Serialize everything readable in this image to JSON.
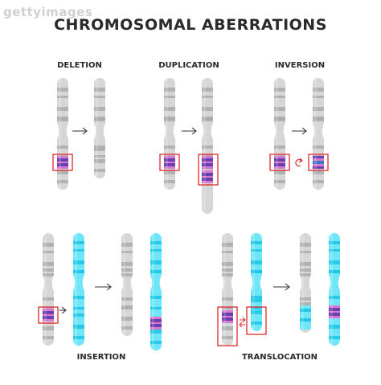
{
  "watermark": "gettyimages",
  "title": "CHROMOSOMAL ABERRATIONS",
  "panels": {
    "deletion": "DELETION",
    "duplication": "DUPLICATION",
    "inversion": "INVERSION",
    "insertion": "INSERTION",
    "translocation": "TRANSLOCATION"
  },
  "colors": {
    "gray_chromosome": "#d6d6d6",
    "gray_band": "#a9a9a9",
    "cyan_chromosome": "#6fe6f7",
    "cyan_band": "#20c6e6",
    "purple_band": "#6a3fb0",
    "pink_band": "#d978cf",
    "highlight_box": "#e0262d",
    "arrow": "#333333"
  },
  "icons": [
    "right-arrow-icon",
    "rotate-arrow-icon",
    "swap-arrows-icon"
  ]
}
